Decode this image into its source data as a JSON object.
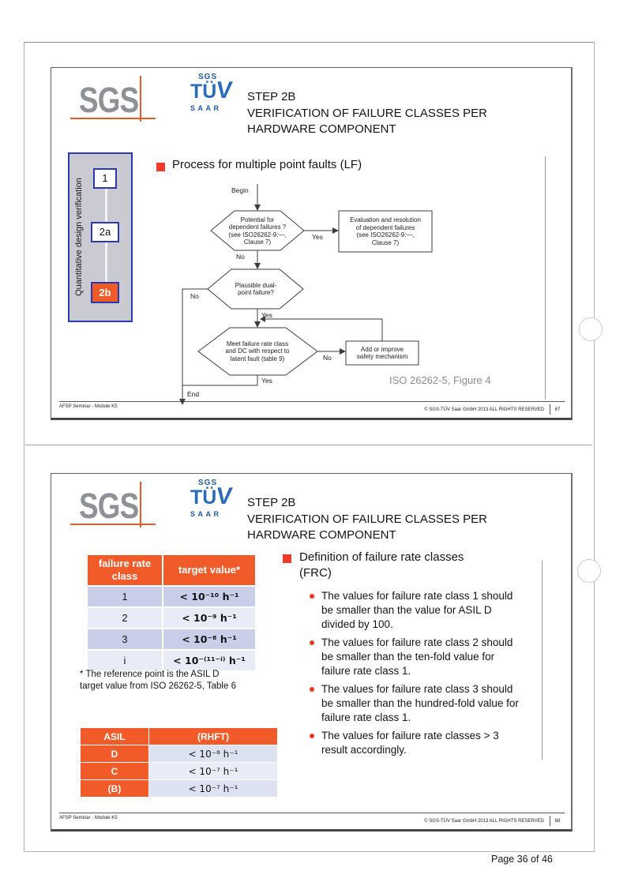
{
  "page": {
    "label": "Page 36 of 46"
  },
  "colors": {
    "accent_orange": "#e55b25",
    "table_header_orange": "#f15a29",
    "step_active_orange": "#f05a28",
    "blue_border": "#2b3aab",
    "tuv_blue": "#2a6cba",
    "bullet_red": "#ee3a26",
    "row_light_blue": "#c9cfe8",
    "row_pale_blue": "#e9ecf6"
  },
  "logos": {
    "sgs": "SGS",
    "tuv": {
      "top": "SGS",
      "main": "TÜ",
      "v": "V",
      "sub": "SAAR"
    }
  },
  "header": {
    "title": [
      "STEP 2B",
      "VERIFICATION OF FAILURE CLASSES PER",
      "HARDWARE COMPONENT"
    ]
  },
  "footer": {
    "left": "AFSP Seminar - Module K5",
    "copyright": "© SGS-TÜV Saar GmbH 2013 ALL RIGHTS RESERVED"
  },
  "slide1": {
    "page_num": "67",
    "bullet_label": "Process for multiple point faults (LF)",
    "sidebar": {
      "label": "Quantitative design verification",
      "step1": "1",
      "step2a": "2a",
      "step2b": "2b"
    },
    "flow": {
      "begin": "Begin",
      "hex1": "Potential for\ndependent failures ?\n(see ISO26262-9:—,\nClause 7)",
      "yes1": "Yes",
      "box1": "Evaluation and resolution\nof dependent failures\n(see ISO26262-9:—,\nClause 7)",
      "no1": "No",
      "hex2": "Plausible dual-\npoint failure?",
      "no2": "No",
      "yes2": "Yes",
      "hex3": "Meet failure rate class\nand DC with respect to\nlatent fault (table 9)",
      "no3": "No",
      "box2": "Add or improve\nsafety mechanism",
      "yes3": "Yes",
      "end": "End"
    },
    "caption": "ISO 26262-5, Figure 4"
  },
  "slide2": {
    "page_num": "68",
    "heading": "Definition of failure rate classes\n(FRC)",
    "bullets": [
      "The values for failure rate class 1 should be smaller than the value for ASIL D divided by 100.",
      "The values for failure rate class 2 should be smaller than the ten-fold value for failure rate class 1.",
      "The values for failure rate class 3 should be smaller than the hundred-fold value for failure rate class 1.",
      "The values for failure rate classes > 3 result accordingly."
    ],
    "table1": {
      "header": [
        "failure rate class",
        "target value*"
      ],
      "rows": [
        [
          "1",
          "< 10⁻¹⁰ h⁻¹"
        ],
        [
          "2",
          "< 10⁻⁹ h⁻¹"
        ],
        [
          "3",
          "< 10⁻⁸ h⁻¹"
        ],
        [
          "i",
          "< 10⁻⁽¹¹⁻ⁱ⁾ h⁻¹"
        ]
      ]
    },
    "footnote": "* The reference point is the ASIL D\ntarget value from ISO 26262-5, Table 6",
    "table2": {
      "header": [
        "ASIL",
        "(RHFT)"
      ],
      "rows": [
        [
          "D",
          "< 10⁻⁸ h⁻¹"
        ],
        [
          "C",
          "< 10⁻⁷ h⁻¹"
        ],
        [
          "(B)",
          "< 10⁻⁷ h⁻¹"
        ]
      ]
    }
  }
}
